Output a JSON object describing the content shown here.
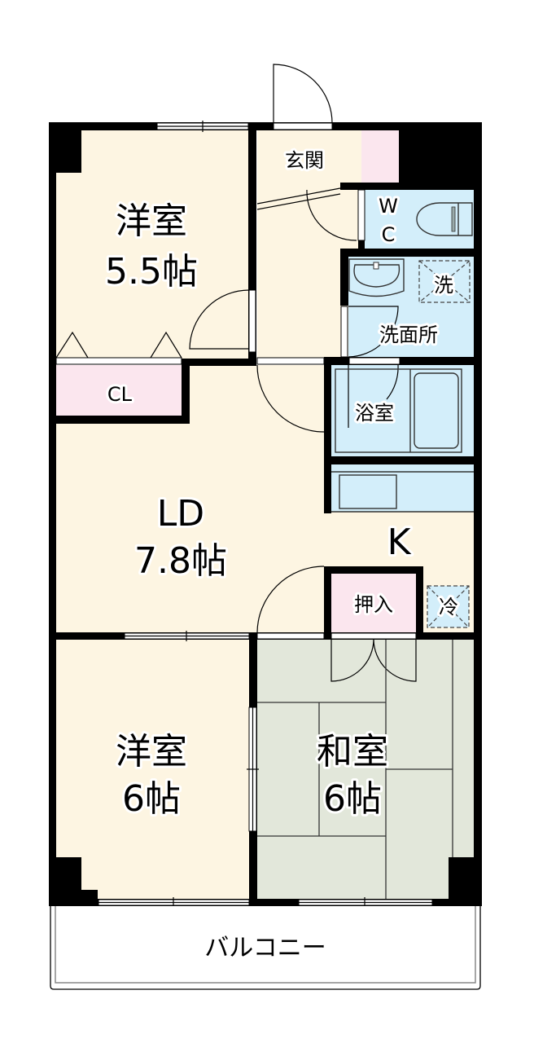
{
  "floor_plan": {
    "colors": {
      "wood_floor": "#fdf5e2",
      "wet_area": "#d3eefa",
      "storage": "#fbe6ee",
      "tatami": "#e2e7da",
      "wall": "#000000",
      "balcony": "#ffffff"
    },
    "rooms": {
      "western_room_north": {
        "name": "洋室",
        "size": "5.5帖"
      },
      "entrance": {
        "name": "玄関"
      },
      "toilet": {
        "name_line1": "W",
        "name_line2": "C"
      },
      "washer_space": {
        "name": "洗"
      },
      "washroom": {
        "name": "洗面所"
      },
      "closet": {
        "name": "CL"
      },
      "bathroom": {
        "name": "浴室"
      },
      "living_dining": {
        "name": "LD",
        "size": "7.8帖"
      },
      "kitchen": {
        "name": "K"
      },
      "oshiire": {
        "name": "押入"
      },
      "fridge_space": {
        "name": "冷"
      },
      "western_room_south": {
        "name": "洋室",
        "size": "6帖"
      },
      "japanese_room": {
        "name": "和室",
        "size": "6帖"
      },
      "balcony": {
        "name": "バルコニー"
      }
    }
  }
}
